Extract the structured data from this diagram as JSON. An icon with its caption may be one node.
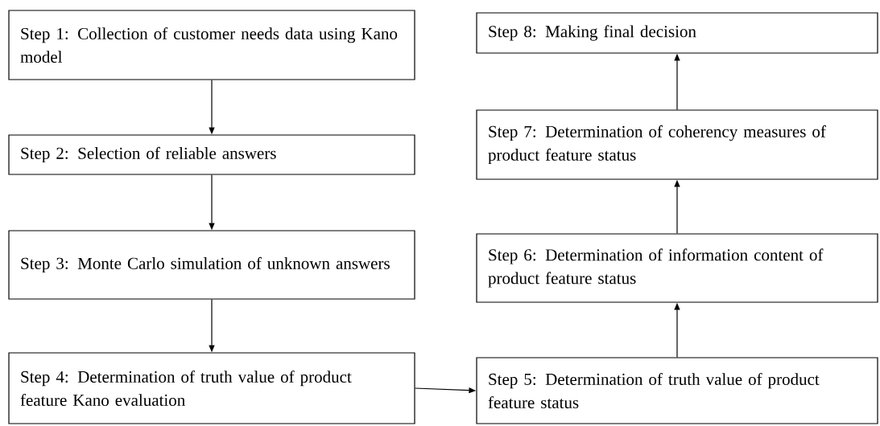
{
  "diagram": {
    "nodes": [
      {
        "text": [
          "Step 1: Collection of customer needs data using Kano model"
        ]
      },
      {
        "text": [
          "Step 2: Selection of reliable answers"
        ]
      },
      {
        "text": [
          "Step 3: Monte Carlo simulation of unknown answers"
        ]
      },
      {
        "text": [
          "Step 4: Determination of truth value of product feature Kano evaluation"
        ]
      },
      {
        "text": [
          "Step 5: Determination of truth value of product feature status"
        ]
      },
      {
        "text": [
          "Step 6: Determination of information content of product feature status"
        ]
      },
      {
        "text": [
          "Step 7: Determination of coherency measures of product feature status"
        ]
      },
      {
        "text": [
          "Step 8: Making final decision"
        ]
      }
    ],
    "edges": [
      {
        "from": 0,
        "to": 1,
        "arrow": "to"
      },
      {
        "from": 1,
        "to": 2,
        "arrow": "to"
      },
      {
        "from": 2,
        "to": 3,
        "arrow": "to"
      },
      {
        "from": 3,
        "to": 4,
        "arrow": "to"
      },
      {
        "from": 4,
        "to": 5,
        "arrow": "to"
      },
      {
        "from": 5,
        "to": 6,
        "arrow": "to"
      },
      {
        "from": 6,
        "to": 7,
        "arrow": "to"
      }
    ]
  }
}
